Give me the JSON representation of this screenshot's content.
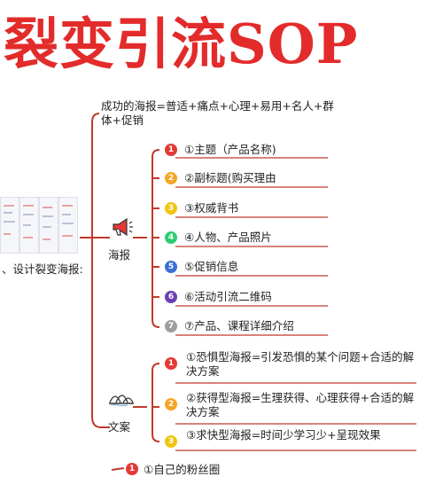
{
  "title": "裂变引流SOP",
  "root_label": "、设计裂变海报:",
  "top_note": "成功的海报=普适+痛点+心理+易用+名人+群体+促销",
  "icons": {
    "poster": "megaphone-icon",
    "copy": "opera-house-icon"
  },
  "colors": {
    "title": "#e32b2b",
    "line": "#c0392b"
  },
  "poster": {
    "label": "海报",
    "items": [
      {
        "num": "1",
        "text": "①主题（产品名称)",
        "color": "#e53935"
      },
      {
        "num": "2",
        "text": "②副标题(购买理由",
        "color": "#f5a623"
      },
      {
        "num": "3",
        "text": "③权威背书",
        "color": "#f1c40f"
      },
      {
        "num": "4",
        "text": "④人物、产品照片",
        "color": "#2ecc71"
      },
      {
        "num": "5",
        "text": "⑤促销信息",
        "color": "#3b6fd8"
      },
      {
        "num": "6",
        "text": "⑥活动引流二维码",
        "color": "#6a3fb5"
      },
      {
        "num": "7",
        "text": "⑦产品、课程详细介绍",
        "color": "#9e9e9e"
      }
    ]
  },
  "copy": {
    "label": "文案",
    "items": [
      {
        "num": "1",
        "text": "①恐惧型海报=引发恐惧的某个问题+合适的解决方案",
        "color": "#e53935"
      },
      {
        "num": "2",
        "text": "②获得型海报=生理获得、心理获得+合适的解决方案",
        "color": "#f5a623"
      },
      {
        "num": "3",
        "text": "③求快型海报=时间少学习少+呈现效果",
        "color": "#f1c40f"
      }
    ]
  },
  "bottom": {
    "num": "1",
    "text": "①自己的粉丝圈",
    "color": "#e53935"
  }
}
